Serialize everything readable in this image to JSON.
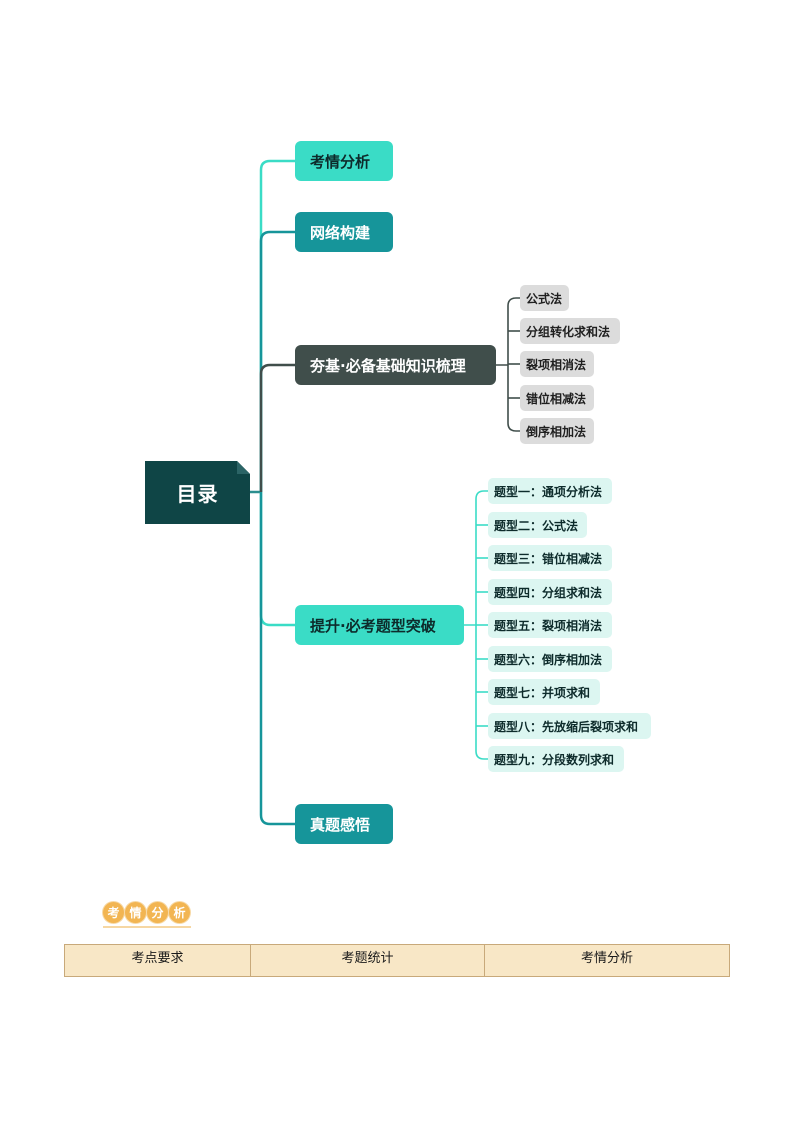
{
  "mindmap": {
    "root": "目录",
    "main": [
      {
        "label": "考情分析"
      },
      {
        "label": "网络构建"
      },
      {
        "label": "夯基·必备基础知识梳理"
      },
      {
        "label": "提升·必考题型突破"
      },
      {
        "label": "真题感悟"
      }
    ],
    "basics_items": [
      "公式法",
      "分组转化求和法",
      "裂项相消法",
      "错位相减法",
      "倒序相加法"
    ],
    "question_types": [
      "题型一：通项分析法",
      "题型二：公式法",
      "题型三：错位相减法",
      "题型四：分组求和法",
      "题型五：裂项相消法",
      "题型六：倒序相加法",
      "题型七：并项求和",
      "题型八：先放缩后裂项求和",
      "题型九：分段数列求和"
    ]
  },
  "section_badge": [
    "考",
    "情",
    "分",
    "析"
  ],
  "exam_table": {
    "headers": [
      "考点要求",
      "考题统计",
      "考情分析"
    ]
  },
  "colors": {
    "root": "#0f4546",
    "light_teal": "#3adcc6",
    "mid_teal": "#16959a",
    "dark_gray": "#404e4b",
    "gray_chip": "#dcdcdc",
    "mint_chip": "#dcf6f1",
    "badge_orange": "#f2b552",
    "table_fill": "#f8e7c6"
  }
}
